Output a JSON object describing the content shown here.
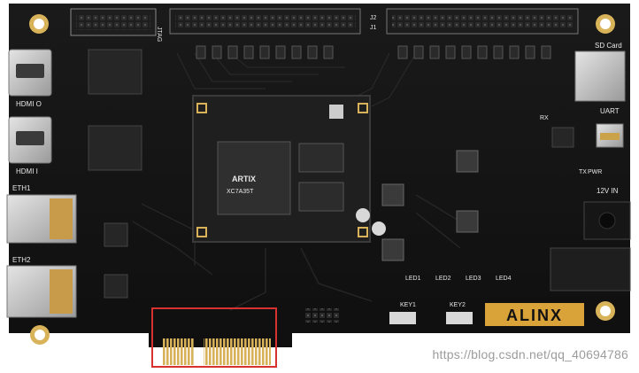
{
  "labels": {
    "jtag": "JTAG",
    "j2": "J2",
    "j1": "J1",
    "hdmi_o": "HDMI O",
    "hdmi_i": "HDMI I",
    "eth1": "ETH1",
    "eth2": "ETH2",
    "sd_card": "SD Card",
    "uart": "UART",
    "rx": "RX",
    "tx": "TX",
    "pwr": "PWR",
    "power_in": "12V IN",
    "led1": "LED1",
    "led2": "LED2",
    "led3": "LED3",
    "led4": "LED4",
    "key1": "KEY1",
    "key2": "KEY2",
    "brand": "ALINX",
    "fpga_brand": "ARTIX",
    "fpga_line": "XC7A35T"
  },
  "highlight": {
    "target": "PCIe gold-finger edge connector",
    "color": "#d93030"
  },
  "watermark": "https://blog.csdn.net/qq_40694786",
  "colors": {
    "pcb": "#151515",
    "gold": "#c9a24a",
    "brand_plate": "#d9a33a",
    "silkscreen": "#e8e8e8"
  }
}
